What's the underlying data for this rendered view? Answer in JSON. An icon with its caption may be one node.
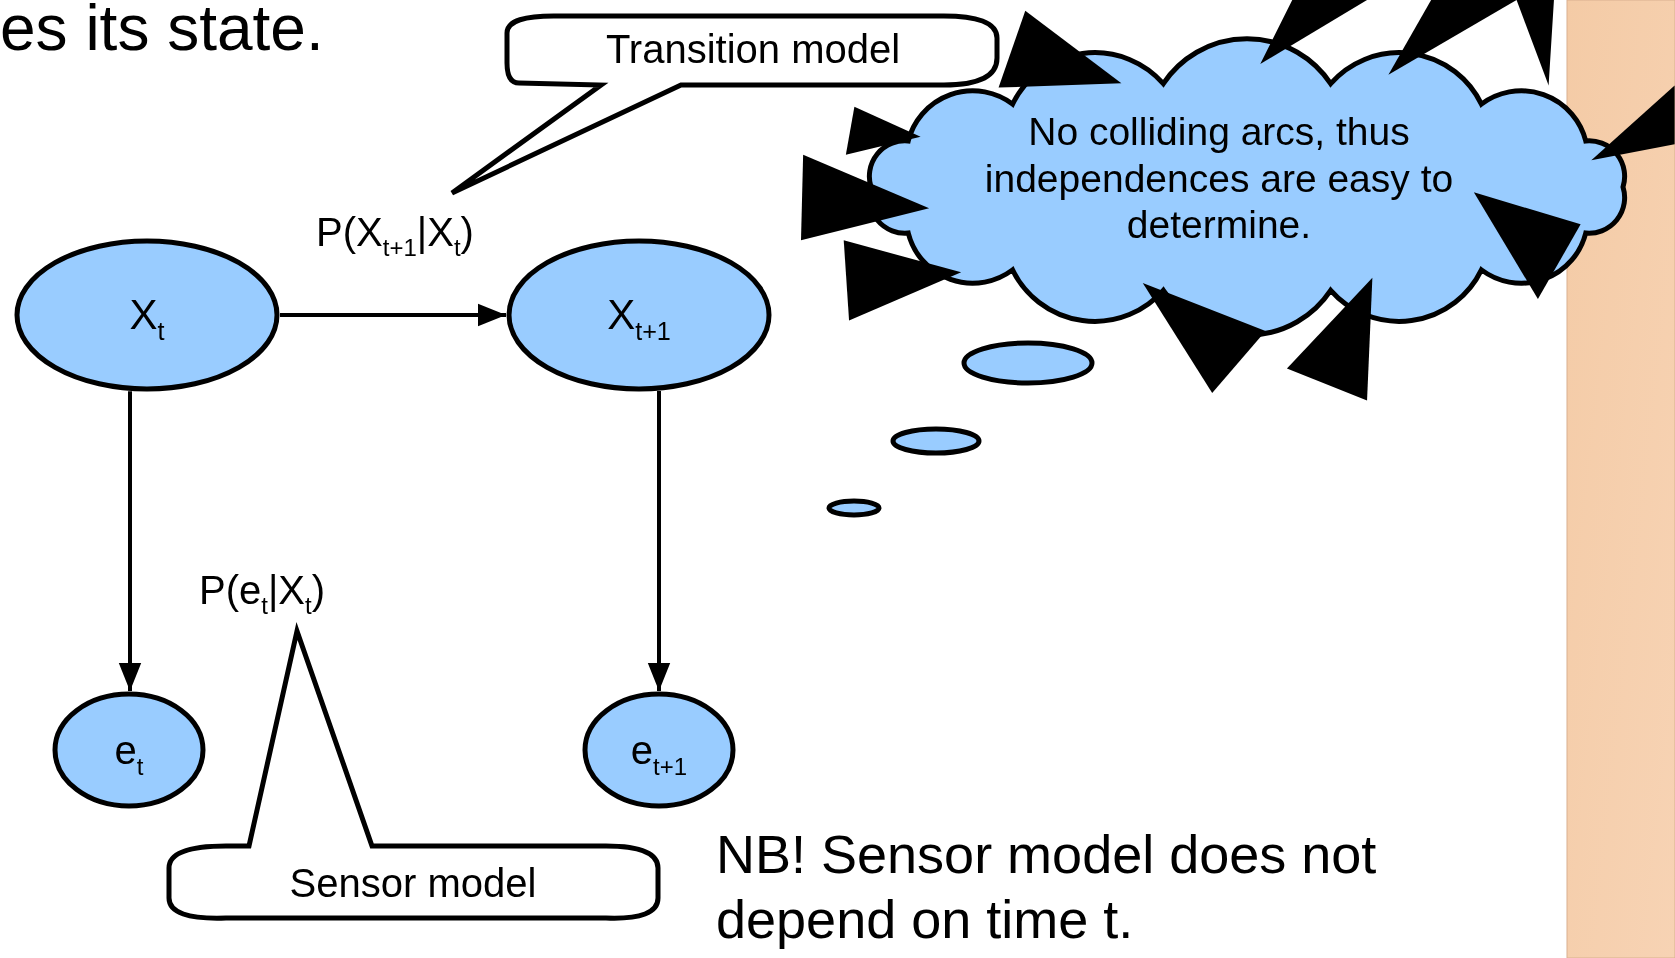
{
  "diagram": {
    "nodes": [
      {
        "text": [
          "Transition model"
        ]
      },
      {
        "text": [
          "No colliding arcs, thus independences are easy to determine."
        ]
      },
      {
        "text": [
          "X$_{t}$"
        ]
      },
      {
        "text": [
          "X$_{t+1}$"
        ]
      },
      {
        "text": [],
        "shape": "ellipse"
      },
      {
        "text": [],
        "shape": "ellipse"
      },
      {
        "text": [],
        "shape": "ellipse"
      },
      {
        "text": [
          "e$_{t}$"
        ]
      },
      {
        "text": [
          "e$_{t+1}$"
        ]
      },
      {
        "text": [
          "Sensor model"
        ]
      }
    ],
    "edges": [
      {
        "from": 2,
        "to": 3,
        "arrow": "to",
        "label": "P(X$_{t+1}$|X$_{t}$)"
      },
      {
        "from": 2,
        "to": 7,
        "arrow": "to",
        "label": "P(e$_{t}$|X$_{t}$)"
      },
      {
        "from": 3,
        "to": 8,
        "arrow": "to"
      }
    ],
    "labels": [
      "es its state.",
      "NB! Sensor model does not depend on time t."
    ]
  }
}
